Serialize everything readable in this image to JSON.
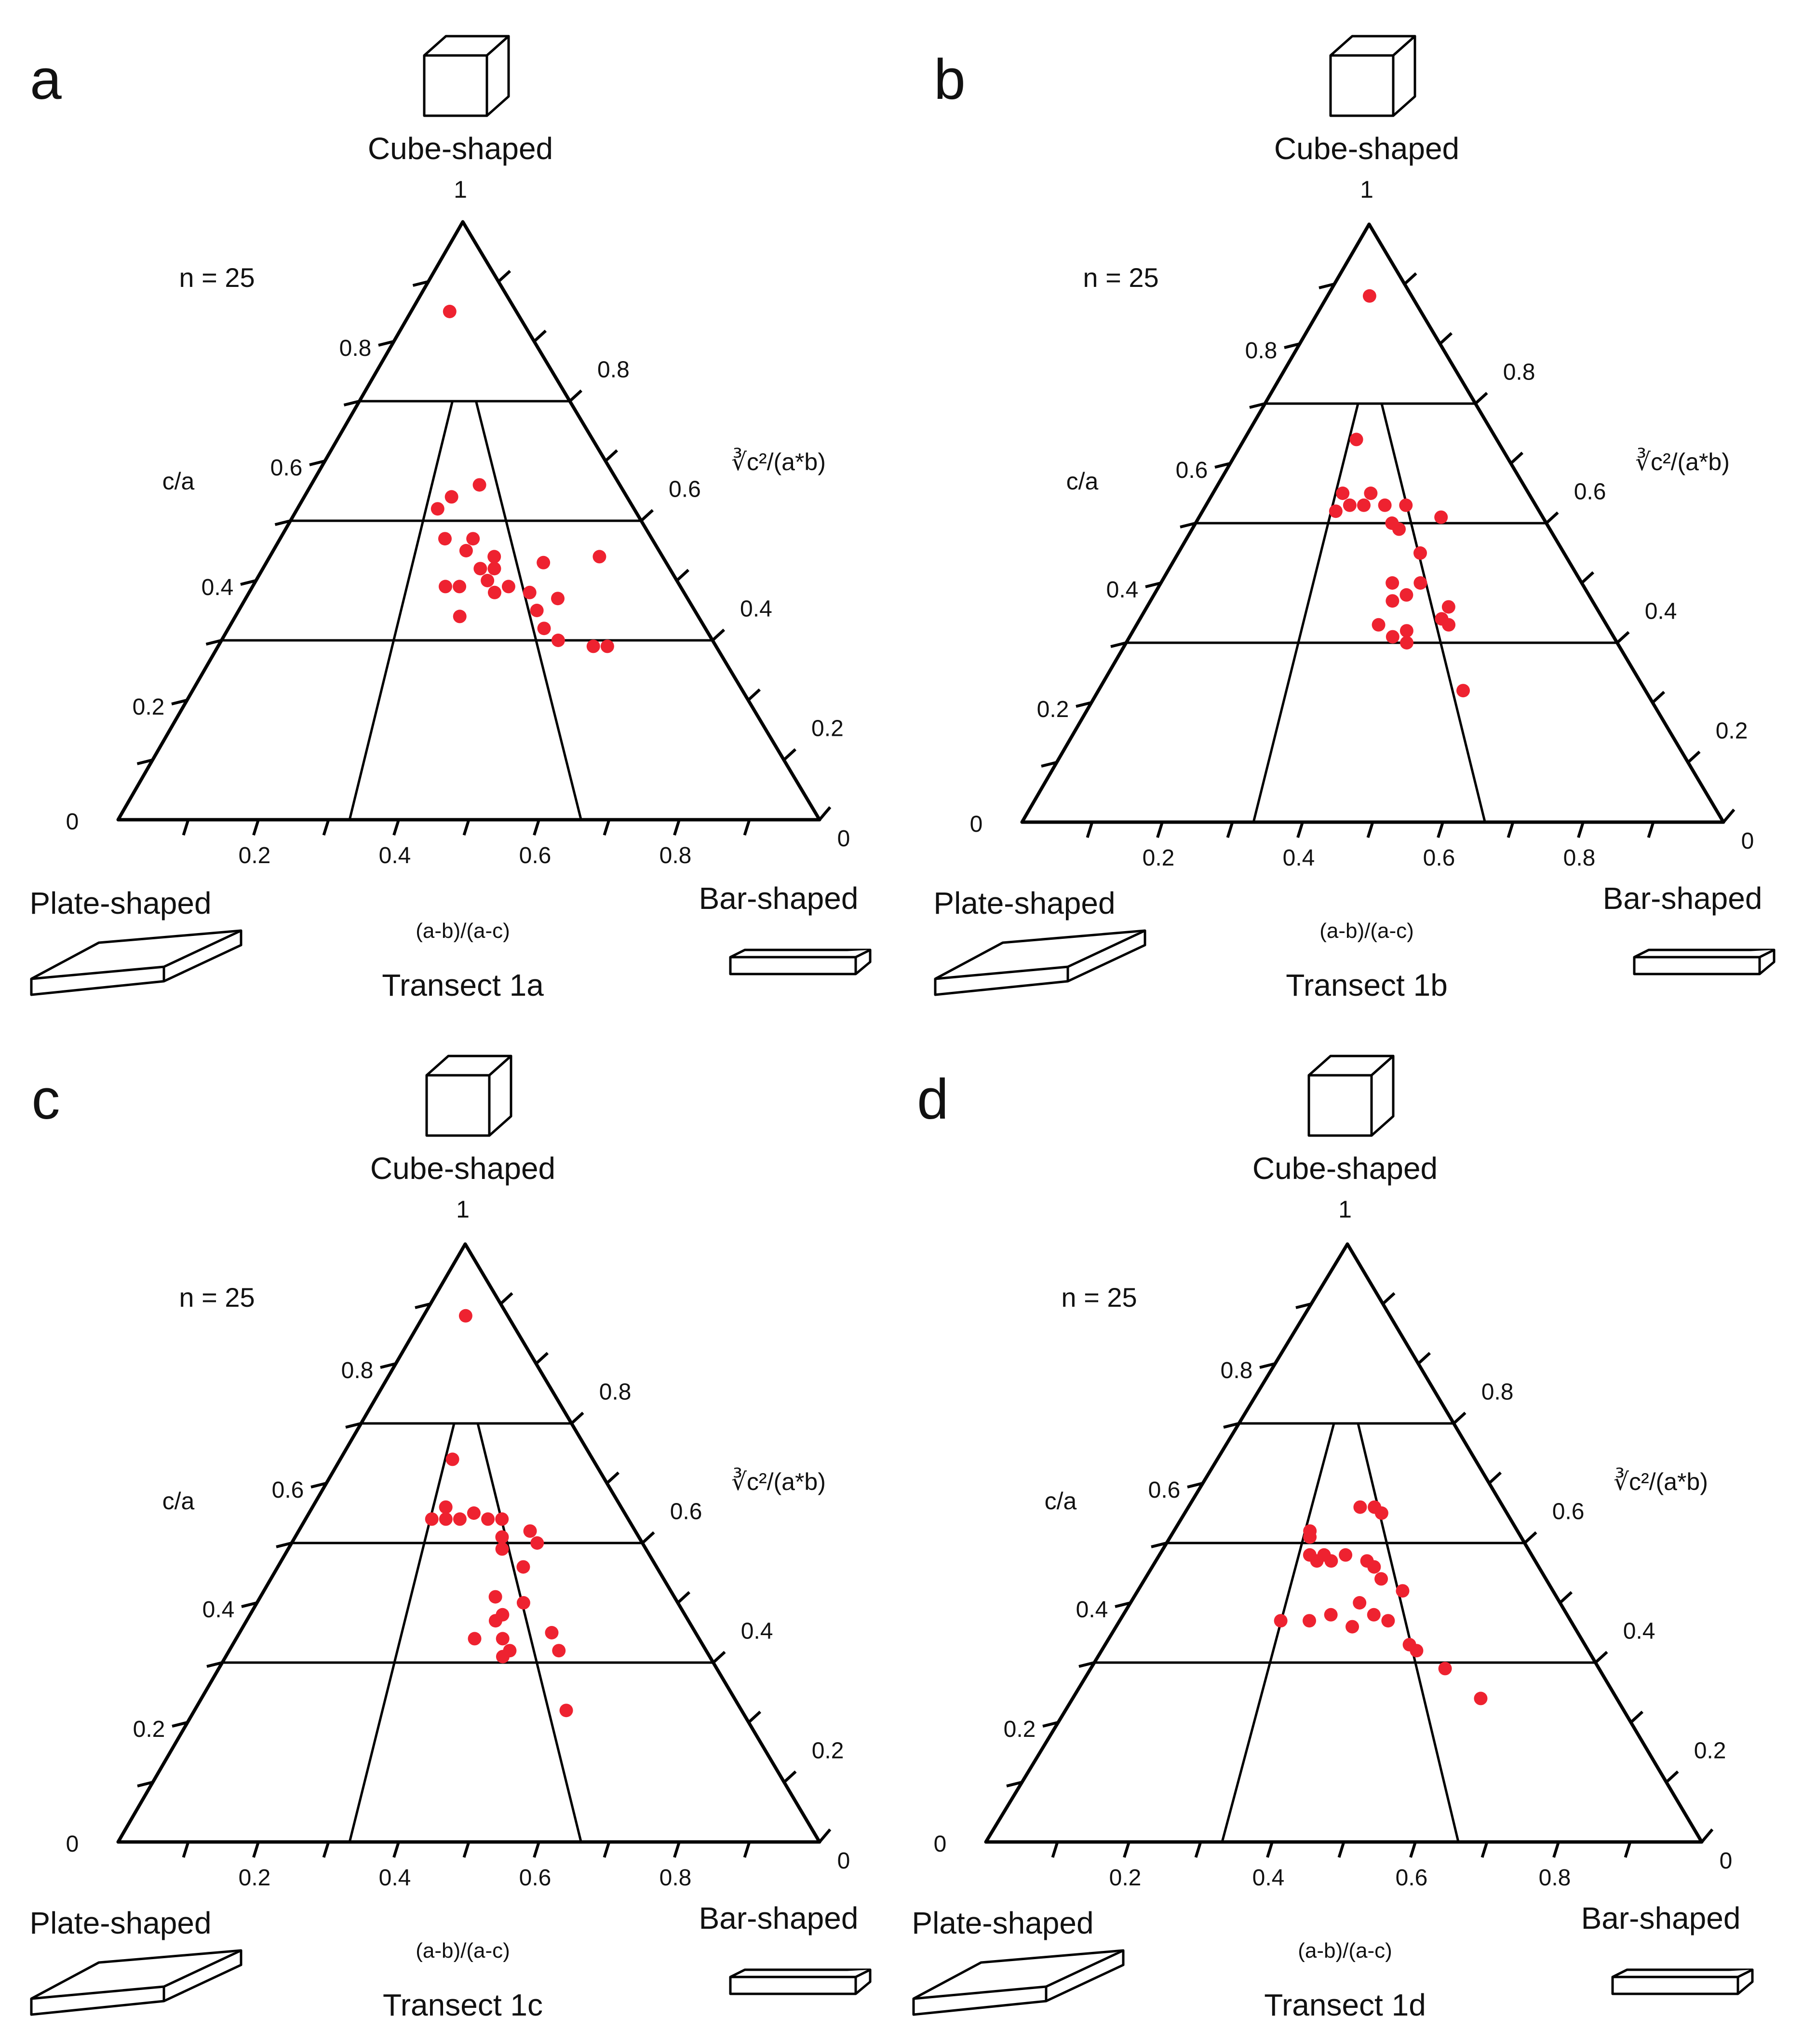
{
  "chart_data": [
    {
      "type": "scatter",
      "panel": "a",
      "title": "Transect 1a",
      "n_label": "n = 25",
      "apex_label": "Cube-shaped",
      "left_label": "Plate-shaped",
      "right_label": "Bar-shaped",
      "left_axis_label": "c/a",
      "right_axis_label": "∛c²/(a*b)",
      "bottom_axis_label": "(a-b)/(a-c)",
      "apex_value": "1",
      "bottom_ticks": [
        "0.2",
        "0.4",
        "0.6",
        "0.8"
      ],
      "left_ticks": [
        "0.2",
        "0.4",
        "0.6",
        "0.8"
      ],
      "right_ticks": [
        "0.2",
        "0.4",
        "0.6",
        "0.8"
      ],
      "zero_left": "0",
      "zero_right": "0",
      "divisions": {
        "c_over_a": [
          0.3,
          0.5,
          0.7
        ],
        "ab_over_ac": [
          0.33,
          0.66
        ]
      },
      "points": [
        {
          "x": 0.48,
          "y": 0.85
        },
        {
          "x": 0.52,
          "y": 0.56
        },
        {
          "x": 0.48,
          "y": 0.54
        },
        {
          "x": 0.46,
          "y": 0.52
        },
        {
          "x": 0.47,
          "y": 0.47
        },
        {
          "x": 0.51,
          "y": 0.47
        },
        {
          "x": 0.5,
          "y": 0.45
        },
        {
          "x": 0.54,
          "y": 0.44
        },
        {
          "x": 0.52,
          "y": 0.42
        },
        {
          "x": 0.54,
          "y": 0.42
        },
        {
          "x": 0.61,
          "y": 0.43
        },
        {
          "x": 0.69,
          "y": 0.44
        },
        {
          "x": 0.47,
          "y": 0.39
        },
        {
          "x": 0.49,
          "y": 0.39
        },
        {
          "x": 0.53,
          "y": 0.4
        },
        {
          "x": 0.56,
          "y": 0.39
        },
        {
          "x": 0.54,
          "y": 0.38
        },
        {
          "x": 0.59,
          "y": 0.38
        },
        {
          "x": 0.63,
          "y": 0.37
        },
        {
          "x": 0.6,
          "y": 0.35
        },
        {
          "x": 0.49,
          "y": 0.34
        },
        {
          "x": 0.61,
          "y": 0.32
        },
        {
          "x": 0.68,
          "y": 0.29
        },
        {
          "x": 0.7,
          "y": 0.29
        },
        {
          "x": 0.63,
          "y": 0.3
        }
      ]
    },
    {
      "type": "scatter",
      "panel": "b",
      "title": "Transect 1b",
      "n_label": "n = 25",
      "apex_label": "Cube-shaped",
      "left_label": "Plate-shaped",
      "right_label": "Bar-shaped",
      "left_axis_label": "c/a",
      "right_axis_label": "∛c²/(a*b)",
      "bottom_axis_label": "(a-b)/(a-c)",
      "apex_value": "1",
      "bottom_ticks": [
        "0.2",
        "0.4",
        "0.6",
        "0.8"
      ],
      "left_ticks": [
        "0.2",
        "0.4",
        "0.6",
        "0.8"
      ],
      "right_ticks": [
        "0.2",
        "0.4",
        "0.6",
        "0.8"
      ],
      "zero_left": "0",
      "zero_right": "0",
      "divisions": {
        "c_over_a": [
          0.3,
          0.5,
          0.7
        ],
        "ab_over_ac": [
          0.33,
          0.66
        ]
      },
      "points": [
        {
          "x": 0.5,
          "y": 0.88
        },
        {
          "x": 0.48,
          "y": 0.64
        },
        {
          "x": 0.46,
          "y": 0.55
        },
        {
          "x": 0.5,
          "y": 0.55
        },
        {
          "x": 0.45,
          "y": 0.52
        },
        {
          "x": 0.47,
          "y": 0.53
        },
        {
          "x": 0.49,
          "y": 0.53
        },
        {
          "x": 0.52,
          "y": 0.53
        },
        {
          "x": 0.55,
          "y": 0.53
        },
        {
          "x": 0.53,
          "y": 0.5
        },
        {
          "x": 0.54,
          "y": 0.49
        },
        {
          "x": 0.6,
          "y": 0.51
        },
        {
          "x": 0.57,
          "y": 0.45
        },
        {
          "x": 0.53,
          "y": 0.4
        },
        {
          "x": 0.57,
          "y": 0.4
        },
        {
          "x": 0.53,
          "y": 0.37
        },
        {
          "x": 0.55,
          "y": 0.38
        },
        {
          "x": 0.61,
          "y": 0.36
        },
        {
          "x": 0.51,
          "y": 0.33
        },
        {
          "x": 0.55,
          "y": 0.32
        },
        {
          "x": 0.53,
          "y": 0.31
        },
        {
          "x": 0.55,
          "y": 0.3
        },
        {
          "x": 0.61,
          "y": 0.33
        },
        {
          "x": 0.63,
          "y": 0.22
        },
        {
          "x": 0.6,
          "y": 0.34
        }
      ]
    },
    {
      "type": "scatter",
      "panel": "c",
      "title": "Transect 1c",
      "n_label": "n = 25",
      "apex_label": "Cube-shaped",
      "left_label": "Plate-shaped",
      "right_label": "Bar-shaped",
      "left_axis_label": "c/a",
      "right_axis_label": "∛c²/(a*b)",
      "bottom_axis_label": "(a-b)/(a-c)",
      "apex_value": "1",
      "bottom_ticks": [
        "0.2",
        "0.4",
        "0.6",
        "0.8"
      ],
      "left_ticks": [
        "0.2",
        "0.4",
        "0.6",
        "0.8"
      ],
      "right_ticks": [
        "0.2",
        "0.4",
        "0.6",
        "0.8"
      ],
      "zero_left": "0",
      "zero_right": "0",
      "divisions": {
        "c_over_a": [
          0.3,
          0.5,
          0.7
        ],
        "ab_over_ac": [
          0.33,
          0.66
        ]
      },
      "points": [
        {
          "x": 0.5,
          "y": 0.88
        },
        {
          "x": 0.48,
          "y": 0.64
        },
        {
          "x": 0.47,
          "y": 0.56
        },
        {
          "x": 0.51,
          "y": 0.55
        },
        {
          "x": 0.45,
          "y": 0.54
        },
        {
          "x": 0.47,
          "y": 0.54
        },
        {
          "x": 0.49,
          "y": 0.54
        },
        {
          "x": 0.53,
          "y": 0.54
        },
        {
          "x": 0.55,
          "y": 0.54
        },
        {
          "x": 0.59,
          "y": 0.52
        },
        {
          "x": 0.55,
          "y": 0.51
        },
        {
          "x": 0.55,
          "y": 0.49
        },
        {
          "x": 0.58,
          "y": 0.46
        },
        {
          "x": 0.54,
          "y": 0.41
        },
        {
          "x": 0.58,
          "y": 0.4
        },
        {
          "x": 0.55,
          "y": 0.38
        },
        {
          "x": 0.54,
          "y": 0.37
        },
        {
          "x": 0.62,
          "y": 0.35
        },
        {
          "x": 0.51,
          "y": 0.34
        },
        {
          "x": 0.55,
          "y": 0.34
        },
        {
          "x": 0.56,
          "y": 0.32
        },
        {
          "x": 0.55,
          "y": 0.31
        },
        {
          "x": 0.63,
          "y": 0.32
        },
        {
          "x": 0.64,
          "y": 0.22
        },
        {
          "x": 0.6,
          "y": 0.5
        }
      ]
    },
    {
      "type": "scatter",
      "panel": "d",
      "title": "Transect 1d",
      "n_label": "n = 25",
      "apex_label": "Cube-shaped",
      "left_label": "Plate-shaped",
      "right_label": "Bar-shaped",
      "left_axis_label": "c/a",
      "right_axis_label": "∛c²/(a*b)",
      "bottom_axis_label": "(a-b)/(a-c)",
      "apex_value": "1",
      "bottom_ticks": [
        "0.2",
        "0.4",
        "0.6",
        "0.8"
      ],
      "left_ticks": [
        "0.2",
        "0.4",
        "0.6",
        "0.8"
      ],
      "right_ticks": [
        "0.2",
        "0.4",
        "0.6",
        "0.8"
      ],
      "zero_left": "0",
      "zero_right": "0",
      "divisions": {
        "c_over_a": [
          0.3,
          0.5,
          0.7
        ],
        "ab_over_ac": [
          0.33,
          0.66
        ]
      },
      "points": [
        {
          "x": 0.52,
          "y": 0.56
        },
        {
          "x": 0.54,
          "y": 0.56
        },
        {
          "x": 0.55,
          "y": 0.55
        },
        {
          "x": 0.45,
          "y": 0.52
        },
        {
          "x": 0.45,
          "y": 0.51
        },
        {
          "x": 0.45,
          "y": 0.48
        },
        {
          "x": 0.46,
          "y": 0.47
        },
        {
          "x": 0.47,
          "y": 0.48
        },
        {
          "x": 0.48,
          "y": 0.47
        },
        {
          "x": 0.5,
          "y": 0.48
        },
        {
          "x": 0.53,
          "y": 0.47
        },
        {
          "x": 0.54,
          "y": 0.46
        },
        {
          "x": 0.55,
          "y": 0.44
        },
        {
          "x": 0.58,
          "y": 0.42
        },
        {
          "x": 0.41,
          "y": 0.37
        },
        {
          "x": 0.45,
          "y": 0.37
        },
        {
          "x": 0.48,
          "y": 0.38
        },
        {
          "x": 0.51,
          "y": 0.36
        },
        {
          "x": 0.54,
          "y": 0.38
        },
        {
          "x": 0.56,
          "y": 0.37
        },
        {
          "x": 0.59,
          "y": 0.33
        },
        {
          "x": 0.6,
          "y": 0.32
        },
        {
          "x": 0.64,
          "y": 0.29
        },
        {
          "x": 0.69,
          "y": 0.24
        },
        {
          "x": 0.52,
          "y": 0.4
        }
      ]
    }
  ]
}
